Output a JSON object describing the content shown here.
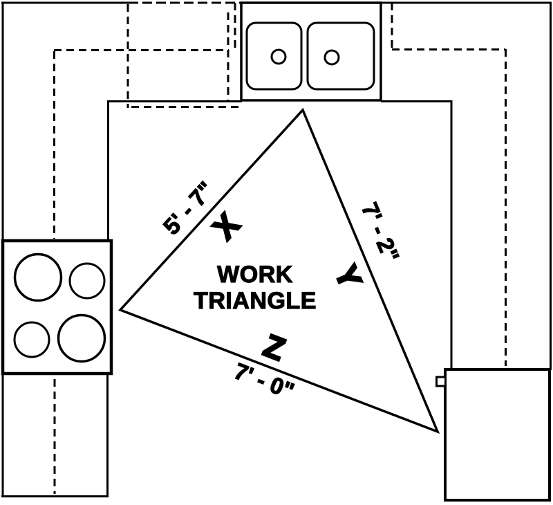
{
  "diagram": {
    "kind": "kitchen-work-triangle-floor-plan",
    "title_line1": "WORK",
    "title_line2": "TRIANGLE",
    "sides": [
      {
        "letter": "X",
        "length": "5' - 7\""
      },
      {
        "letter": "Y",
        "length": "7' - 2\""
      },
      {
        "letter": "Z",
        "length": "7' - 0\""
      }
    ],
    "colors": {
      "line": "#000000",
      "background": "#ffffff"
    }
  }
}
